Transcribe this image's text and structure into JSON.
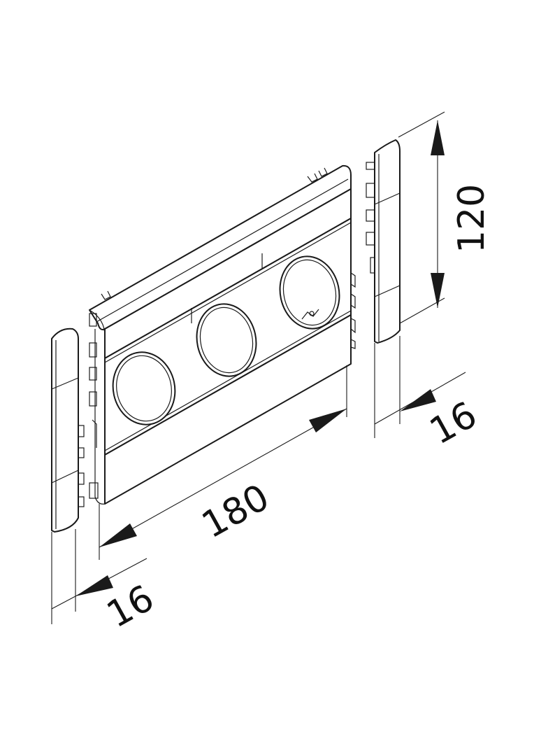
{
  "dimensions": {
    "height": "120",
    "length": "180",
    "depth_right": "16",
    "depth_left": "16"
  },
  "colors": {
    "line": "#1a1a1a",
    "background": "#ffffff"
  }
}
